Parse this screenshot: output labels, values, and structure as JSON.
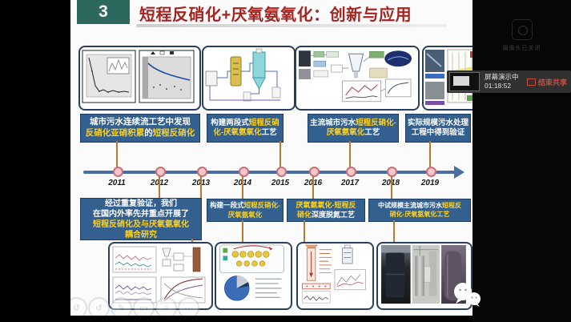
{
  "slide": {
    "number": "3",
    "title": "短程反硝化+厌氧氨氧化：创新与应用",
    "timeline": {
      "years": [
        "2011",
        "2012",
        "2013",
        "2014",
        "2015",
        "2016",
        "2017",
        "2018",
        "2019"
      ]
    },
    "top_boxes": [
      {
        "lines": [
          [
            {
              "t": "城市污水连续流工艺中发现",
              "h": 0
            }
          ],
          [
            {
              "t": "反硝化亚硝积累",
              "h": 1
            },
            {
              "t": "的",
              "h": 0
            },
            {
              "t": "短程反硝化",
              "h": 1
            }
          ]
        ]
      },
      {
        "lines": [
          [
            {
              "t": "构建两段式",
              "h": 0
            },
            {
              "t": "短程反硝",
              "h": 1
            }
          ],
          [
            {
              "t": "化-厌氧氨氧化",
              "h": 1
            },
            {
              "t": "工艺",
              "h": 0
            }
          ]
        ]
      },
      {
        "lines": [
          [
            {
              "t": "主流城市污水",
              "h": 0
            },
            {
              "t": "短程反硝化-",
              "h": 1
            }
          ],
          [
            {
              "t": "厌氧氨氧化",
              "h": 1
            },
            {
              "t": "工艺",
              "h": 0
            }
          ]
        ]
      },
      {
        "lines": [
          [
            {
              "t": "实际规模污水处理",
              "h": 0
            }
          ],
          [
            {
              "t": "工程中得到验证",
              "h": 0
            }
          ]
        ]
      }
    ],
    "bottom_boxes": [
      {
        "lines": [
          [
            {
              "t": "经过重复验证，我们",
              "h": 0
            }
          ],
          [
            {
              "t": "在国内外率先并重点开展了",
              "h": 0
            }
          ],
          [
            {
              "t": "短程反硝化及与厌氧氨氧化",
              "h": 1
            }
          ],
          [
            {
              "t": "耦合研究",
              "h": 1
            }
          ]
        ]
      },
      {
        "lines": [
          [
            {
              "t": "构建一段式",
              "h": 0
            },
            {
              "t": "短程反硝化-",
              "h": 1
            }
          ],
          [
            {
              "t": "厌氧氨氧化",
              "h": 1
            }
          ]
        ]
      },
      {
        "lines": [
          [
            {
              "t": "厌氧氨氧化-短程反",
              "h": 1
            }
          ],
          [
            {
              "t": "硝化",
              "h": 1
            },
            {
              "t": "深度脱氮工艺",
              "h": 0
            }
          ]
        ]
      },
      {
        "lines": [
          [
            {
              "t": "中试规模主流城市污水",
              "h": 0
            },
            {
              "t": "短程反",
              "h": 1
            }
          ],
          [
            {
              "t": "硝化-厌氧氨氧化工艺",
              "h": 1
            }
          ]
        ]
      }
    ]
  },
  "meeting": {
    "camera_tile_label": "摄像头已关闭",
    "share_status": "屏幕演示中",
    "share_timer": "01:18:52",
    "end_share_label": "结束共享"
  },
  "colors": {
    "header_green": "#2c685e",
    "title_red": "#a42421",
    "box_blue": "#33608f",
    "highlight_yellow": "#ffd21f",
    "timeline_blue": "#4a6da3",
    "marker_pink": "#f6c6ca",
    "connector_orange": "#b97a2e",
    "end_share_red": "#c94f43"
  }
}
